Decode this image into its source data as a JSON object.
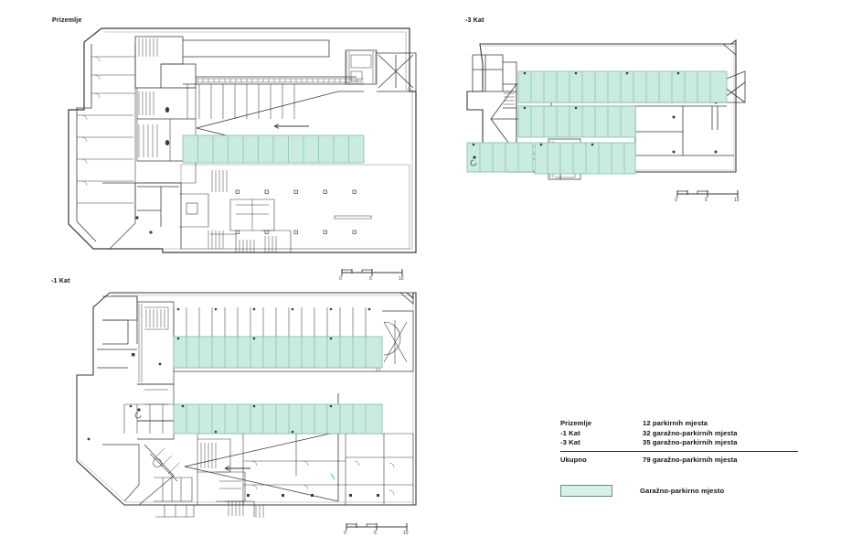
{
  "sheet": {
    "background": "#ffffff",
    "line_color": "#3a3a3a",
    "stall_fill": "#c9ecdf",
    "stall_stroke": "#7fbfa8",
    "legend_swatch_fill": "#d6f2e7",
    "legend_swatch_border": "#6f8b83"
  },
  "plans": {
    "ground": {
      "title": "Prizemlje",
      "stall_rows": 1,
      "stall_count": 12,
      "scalebar": {
        "ticks": [
          "0",
          "5",
          "10"
        ]
      }
    },
    "level_minus3": {
      "title": "-3 Kat",
      "stall_rows": 3,
      "stall_count": 35,
      "scalebar": {
        "ticks": [
          "0",
          "5",
          "10"
        ]
      }
    },
    "level_minus1": {
      "title": "-1 Kat",
      "stall_rows": 2,
      "stall_count": 32,
      "scalebar": {
        "ticks": [
          "0",
          "5",
          "10"
        ]
      }
    }
  },
  "legend": {
    "rows": [
      {
        "label": "Prizemlje",
        "value": "12 parkirnih mjesta"
      },
      {
        "label": "-1 Kat",
        "value": "32 garažno-parkirnih mjesta"
      },
      {
        "label": "-3 Kat",
        "value": "35 garažno-parkirnih mjesta"
      }
    ],
    "total": {
      "label": "Ukupno",
      "value": "79 garažno-parkirnih mjesta"
    },
    "swatch": {
      "label": "Garažno-parkirno mjesto"
    }
  }
}
